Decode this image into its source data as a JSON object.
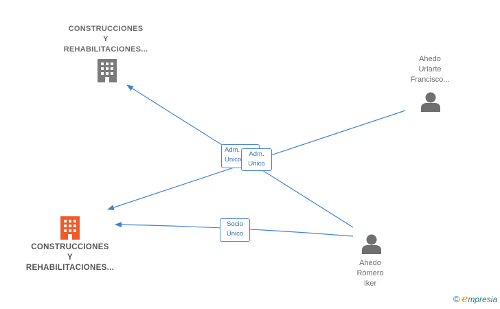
{
  "nodes": {
    "company_top": {
      "label": "CONSTRUCCIONES\nY\nREHABILITACIONES...",
      "color": "#7a7a7a"
    },
    "company_main": {
      "label": "CONSTRUCCIONES\nY\nREHABILITACIONES...",
      "color": "#f05a28"
    },
    "person_francisco": {
      "label": "Ahedo\nUriarte\nFrancisco...",
      "color": "#6f6f6f"
    },
    "person_iker": {
      "label": "Ahedo\nRomero\nIker",
      "color": "#6f6f6f"
    }
  },
  "edges": {
    "adm_unico_a": "Adm.\nUnico",
    "adm_unico_b": "Adm.\nUnico",
    "socio_unico": "Socio\nÚnico"
  },
  "edge_color": "#3f83d6",
  "brand": {
    "copyright": "©",
    "first_letter": "e",
    "rest": "mpresia"
  }
}
